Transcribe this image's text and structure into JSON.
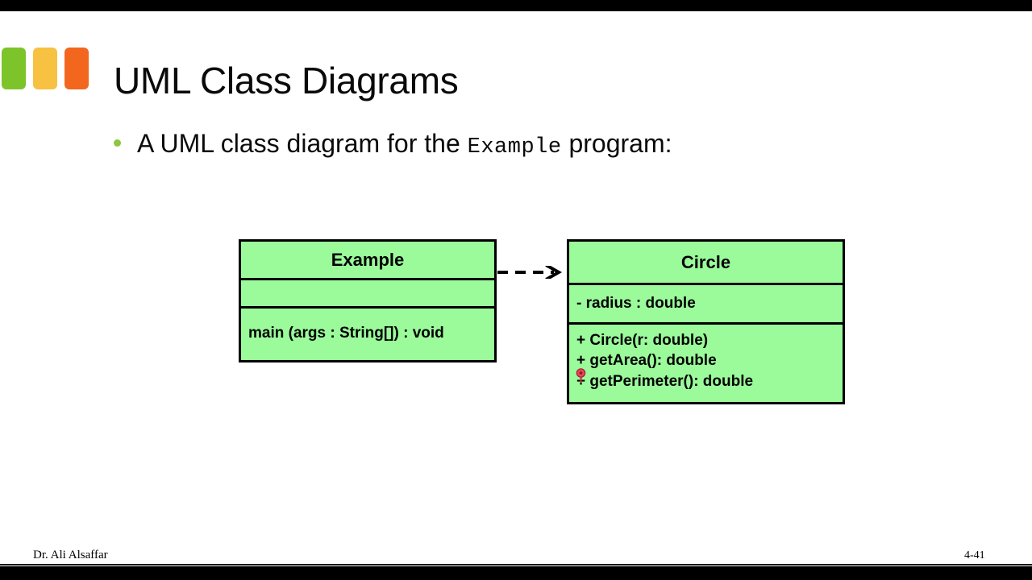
{
  "slide": {
    "title": "UML Class Diagrams",
    "bullet": {
      "text_before": "A UML class diagram for the",
      "mono_term": "Example",
      "text_after": "program:",
      "marker": "bullet-dot"
    },
    "decorations": [
      {
        "name": "green-square",
        "color": "#7DC42A"
      },
      {
        "name": "yellow-square",
        "color": "#F7C142"
      },
      {
        "name": "orange-square",
        "color": "#F2671D"
      }
    ]
  },
  "diagram": {
    "type": "uml-class-diagram",
    "box_fill": "#9BFB9B",
    "box_border": "#000000",
    "classes": [
      {
        "name": "Example",
        "attributes": [],
        "operations": [
          "main (args : String[]) : void"
        ]
      },
      {
        "name": "Circle",
        "attributes": [
          "- radius : double"
        ],
        "operations": [
          "+ Circle(r: double)",
          "+ getArea(): double",
          "+ getPerimeter(): double"
        ]
      }
    ],
    "relationship": {
      "kind": "dependency",
      "style": "dashed-open-arrow",
      "from": "Example",
      "to": "Circle"
    },
    "annotation": {
      "name": "pointer-marker",
      "color": "#E8455A"
    }
  },
  "footer": {
    "author": "Dr. Ali Alsaffar",
    "page_number": "4-41"
  }
}
